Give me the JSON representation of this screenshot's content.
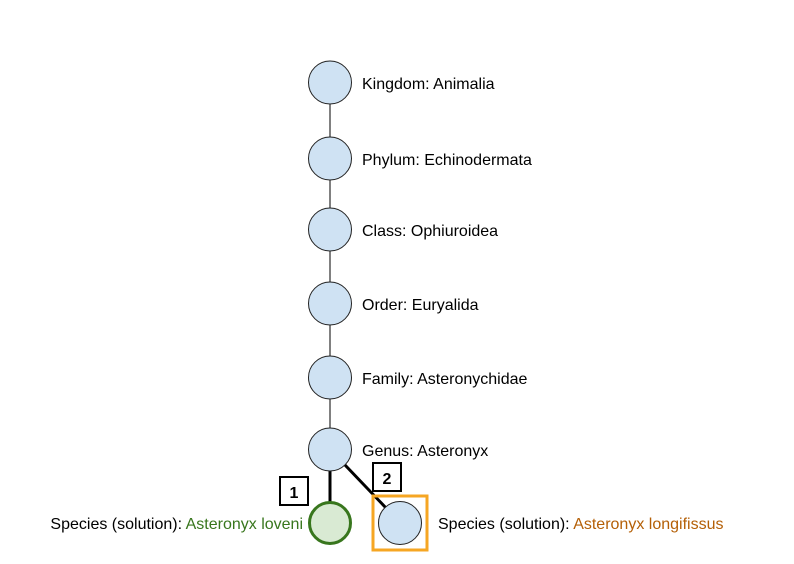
{
  "taxonomy": [
    {
      "label": "Kingdom: Animalia"
    },
    {
      "label": "Phylum: Echinodermata"
    },
    {
      "label": "Class: Ophiuroidea"
    },
    {
      "label": "Order: Euryalida"
    },
    {
      "label": "Family: Asteronychidae"
    },
    {
      "label": "Genus: Asteronyx"
    }
  ],
  "species": [
    {
      "prefix": "Species (solution): ",
      "name": "Asteronyx loveni",
      "marker": "1",
      "name_color": "#38761d",
      "node_fill": "#d9ead3",
      "node_stroke": "#38761d"
    },
    {
      "prefix": "Species (solution): ",
      "name": "Asteronyx longifissus",
      "marker": "2",
      "name_color": "#b45f06",
      "highlight_color": "#f6a623"
    }
  ],
  "colors": {
    "node_fill": "#cfe2f3",
    "node_stroke": "#222222",
    "edge": "#000000",
    "text": "#000000"
  }
}
